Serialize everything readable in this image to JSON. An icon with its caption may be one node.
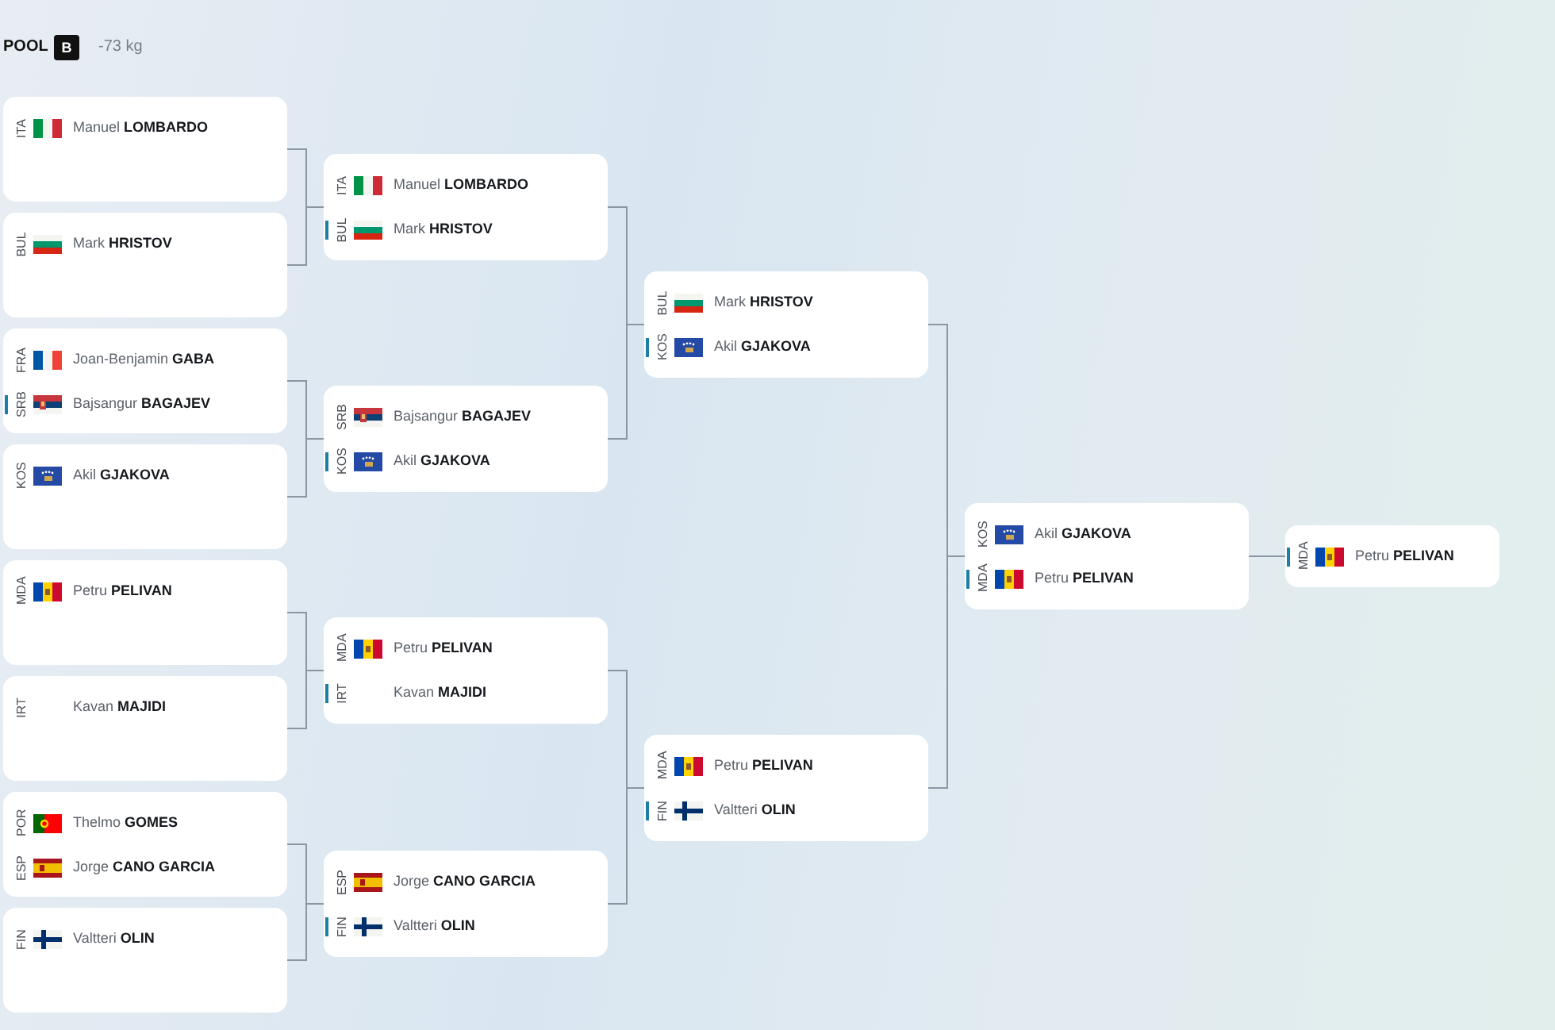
{
  "diagram": {
    "title": "POOL",
    "nodes": [
      {
        "text": [
          "ITA",
          "Manuel **LOMBARDO**"
        ]
      },
      {
        "text": [
          "BUL",
          "Mark **HRISTOV**"
        ]
      },
      {
        "text": [
          "FRA",
          "Joan-Benjamin **GABA**",
          "SRB",
          "Bajsangur **BAGAJEV**"
        ]
      },
      {
        "text": [
          "KOS",
          "Akil **GJAKOVA**"
        ]
      },
      {
        "text": [
          "MDA",
          "Petru **PELIVAN**"
        ]
      },
      {
        "text": [
          "IRT",
          "Kavan **MAJIDI**"
        ]
      },
      {
        "text": [
          "POR",
          "Thelmo **GOMES**",
          "ESP",
          "Jorge **CANO GARCIA**"
        ]
      },
      {
        "text": [
          "FIN",
          "Valtteri **OLIN**"
        ]
      },
      {
        "text": [
          "ITA",
          "Manuel **LOMBARDO**",
          "BUL",
          "Mark **HRISTOV**"
        ]
      },
      {
        "text": [
          "SRB",
          "Bajsangur **BAGAJEV**",
          "KOS",
          "Akil **GJAKOVA**"
        ]
      },
      {
        "text": [
          "MDA",
          "Petru **PELIVAN**",
          "IRT",
          "Kavan **MAJIDI**"
        ]
      },
      {
        "text": [
          "ESP",
          "Jorge **CANO GARCIA**",
          "FIN",
          "Valtteri **OLIN**"
        ]
      },
      {
        "text": [
          "BUL",
          "Mark **HRISTOV**",
          "KOS",
          "Akil **GJAKOVA**"
        ]
      },
      {
        "text": [
          "MDA",
          "Petru **PELIVAN**",
          "FIN",
          "Valtteri **OLIN**"
        ]
      },
      {
        "text": [
          "KOS",
          "Akil **GJAKOVA**",
          "MDA",
          "Petru **PELIVAN**"
        ]
      },
      {
        "text": [
          "MDA",
          "Petru **PELIVAN**"
        ]
      }
    ],
    "edges": [
      {
        "from": 0,
        "to": 8,
        "arrow": "none"
      },
      {
        "from": 1,
        "to": 8,
        "arrow": "none"
      },
      {
        "from": 2,
        "to": 9,
        "arrow": "none"
      },
      {
        "from": 3,
        "to": 9,
        "arrow": "none"
      },
      {
        "from": 4,
        "to": 10,
        "arrow": "none"
      },
      {
        "from": 5,
        "to": 10,
        "arrow": "none"
      },
      {
        "from": 6,
        "to": 11,
        "arrow": "none"
      },
      {
        "from": 7,
        "to": 11,
        "arrow": "none"
      },
      {
        "from": 8,
        "to": 12,
        "arrow": "none"
      },
      {
        "from": 9,
        "to": 12,
        "arrow": "none"
      },
      {
        "from": 10,
        "to": 13,
        "arrow": "none"
      },
      {
        "from": 11,
        "to": 13,
        "arrow": "none"
      },
      {
        "from": 12,
        "to": 14,
        "arrow": "none"
      },
      {
        "from": 13,
        "to": 14,
        "arrow": "none"
      },
      {
        "from": 14,
        "to": 15,
        "arrow": "none"
      }
    ],
    "labels": [
      "B",
      "-73 kg"
    ]
  }
}
